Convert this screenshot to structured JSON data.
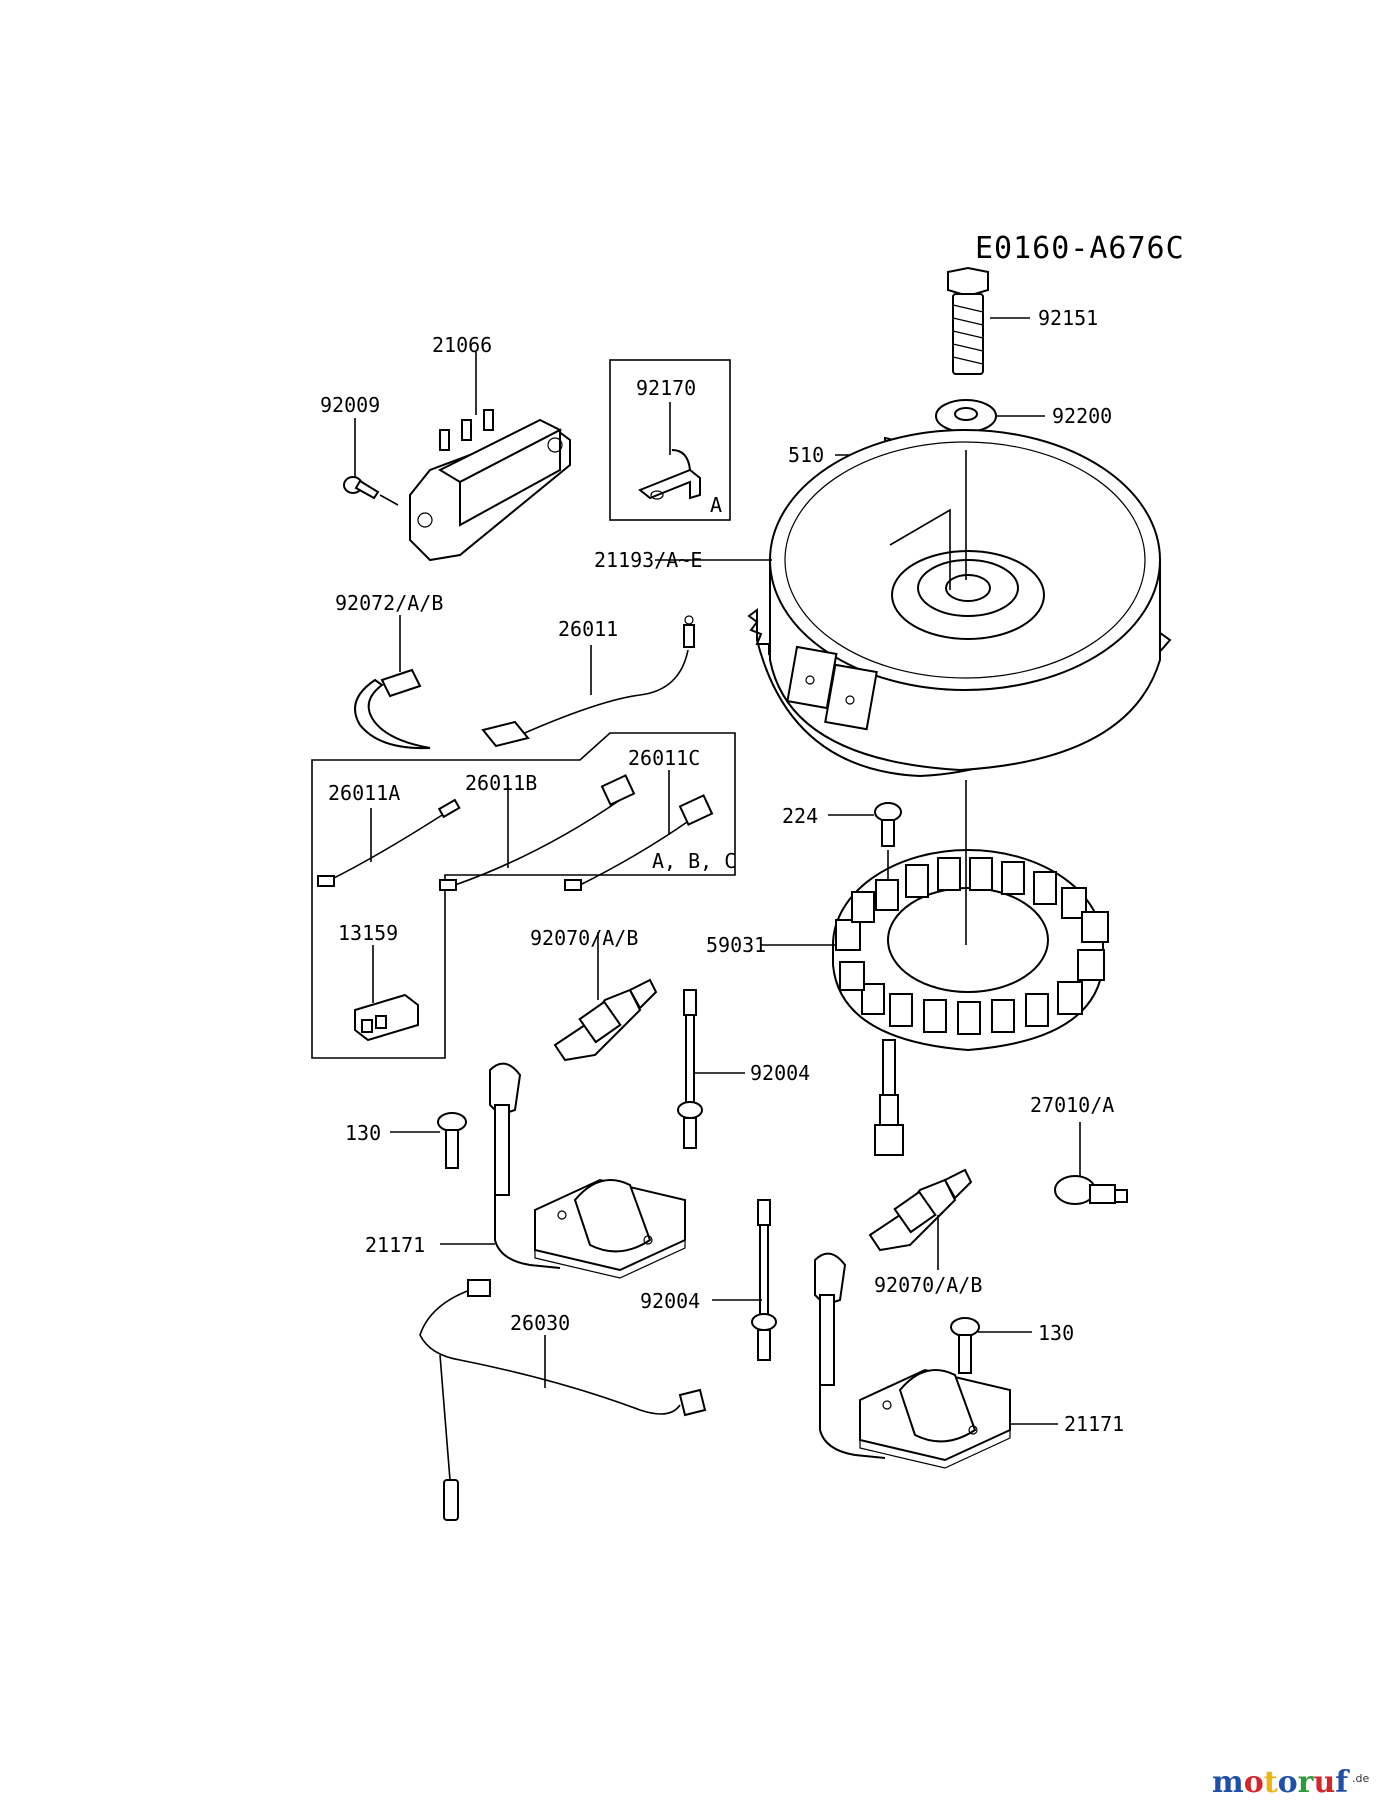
{
  "diagram_code": "E0160-A676C",
  "box_labels": {
    "clamp_box": "A",
    "harness_box": "A, B, C"
  },
  "parts": {
    "p92151": "92151",
    "p92200": "92200",
    "p510": "510",
    "p21193": "21193/A~E",
    "p21066": "21066",
    "p92009": "92009",
    "p92170": "92170",
    "p92072": "92072/A/B",
    "p26011": "26011",
    "p26011A": "26011A",
    "p26011B": "26011B",
    "p26011C": "26011C",
    "p13159": "13159",
    "p224": "224",
    "p59031": "59031",
    "p92070_top": "92070/A/B",
    "p92004_top": "92004",
    "p130_left": "130",
    "p21171_left": "21171",
    "p27010": "27010/A",
    "p26030": "26030",
    "p92004_bottom": "92004",
    "p92070_bottom": "92070/A/B",
    "p130_right": "130",
    "p21171_right": "21171"
  },
  "watermark": {
    "letters": [
      "m",
      "o",
      "t",
      "o",
      "r",
      "u",
      "f"
    ],
    "suffix": ".de",
    "colors": [
      "#1f4fa8",
      "#d7262b",
      "#f0b20c",
      "#1f4fa8",
      "#2e9a3e",
      "#d7262b",
      "#1f4fa8"
    ]
  }
}
